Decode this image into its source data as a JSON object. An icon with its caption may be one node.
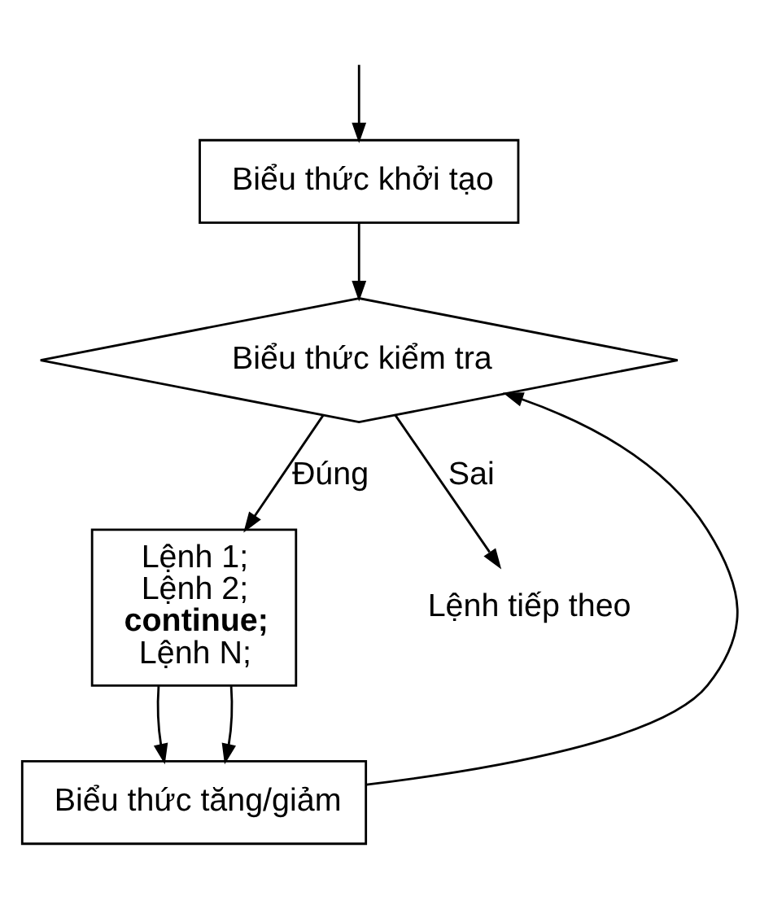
{
  "diagram": {
    "nodes": [
      {
        "text": [
          "Biểu thức khởi tạo"
        ]
      },
      {
        "text": [
          "Biểu thức kiểm tra"
        ]
      },
      {
        "text": [
          "Lệnh 1;",
          "Lệnh 2;",
          "continue;",
          "Lệnh N;"
        ]
      },
      {
        "text": [
          "Lệnh tiếp theo"
        ]
      },
      {
        "text": [
          "Biểu thức tăng/giảm"
        ]
      }
    ],
    "edges": [
      {
        "from": null,
        "to": 0,
        "arrow": "to"
      },
      {
        "from": 0,
        "to": 1,
        "arrow": "to"
      },
      {
        "from": 1,
        "to": 2,
        "arrow": "to",
        "label": "Đúng"
      },
      {
        "from": 1,
        "to": 3,
        "arrow": "to",
        "label": "Sai"
      },
      {
        "from": 2,
        "to": 4,
        "arrow": "to"
      },
      {
        "from": 2,
        "to": 4,
        "arrow": "to"
      },
      {
        "from": 4,
        "to": 1,
        "arrow": "to"
      }
    ]
  }
}
